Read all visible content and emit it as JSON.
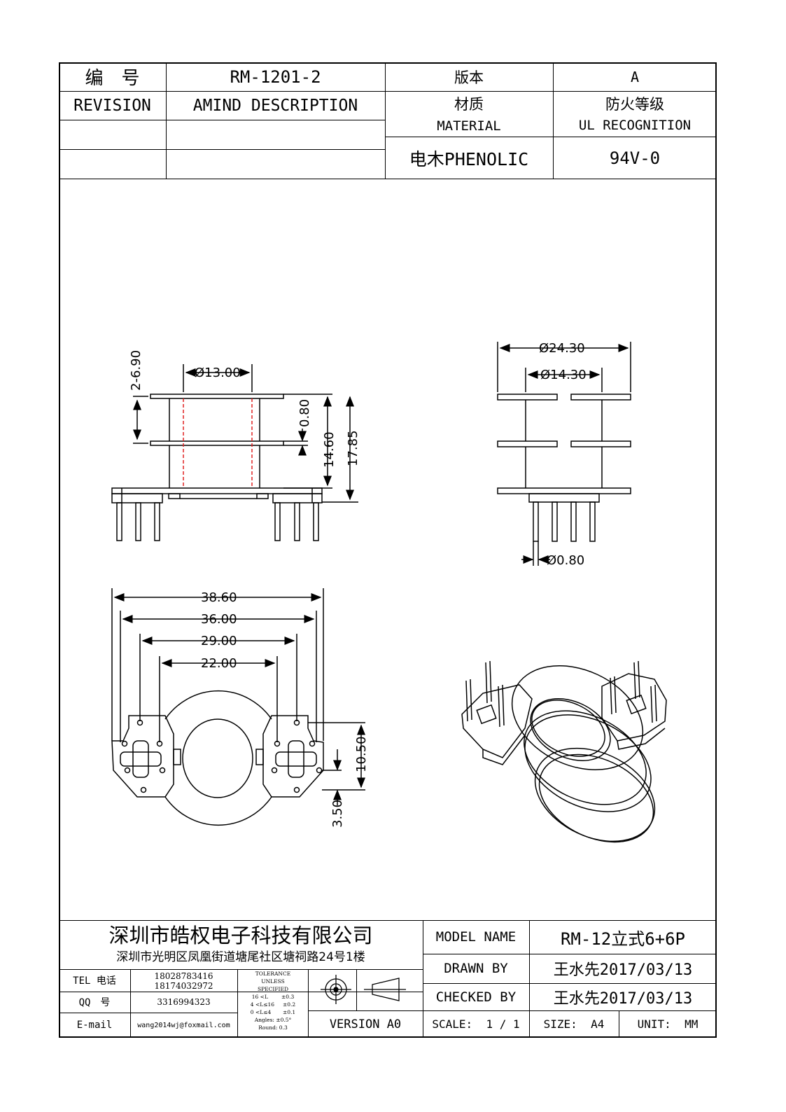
{
  "header": {
    "number_label": "编　号",
    "number_value": "RM-1201-2",
    "version_label": "版本",
    "version_value": "A",
    "revision_label": "REVISION",
    "description_label": "AMIND DESCRIPTION",
    "material_label_cn": "材质",
    "material_label_en": "MATERIAL",
    "ul_label_cn": "防火等级",
    "ul_label_en": "UL RECOGNITION",
    "material_value": "电木PHENOLIC",
    "ul_value": "94V-0"
  },
  "dimensions": {
    "side_view": {
      "pin_spacing": "2-6.90",
      "core_diameter": "Ø13.00",
      "flange_thickness": "0.80",
      "winding_height": "14.60",
      "total_height": "17.85"
    },
    "front_view": {
      "outer_diameter": "Ø24.30",
      "inner_diameter": "Ø14.30",
      "pin_diameter": "Ø0.80"
    },
    "bottom_view": {
      "overall_width": "38.60",
      "pin_row_outer": "36.00",
      "pin_row_inner": "29.00",
      "pin_row_innermost": "22.00",
      "pin_pitch_vertical": "10.50",
      "pin_offset": "3.50"
    }
  },
  "title_block": {
    "company_name": "深圳市皓权电子科技有限公司",
    "company_address": "深圳市光明区凤凰街道塘尾社区塘祠路24号1楼",
    "tel_label": "TEL 电话",
    "tel_values": [
      "18028783416",
      "18174032972"
    ],
    "qq_label": "QQ　号",
    "qq_value": "3316994323",
    "email_label": "E-mail",
    "email_value": "wang2014wj@foxmail.com",
    "tolerance_lines": [
      "TOLERANCE",
      "UNLESS",
      "SPECIFIED",
      "16 <L        ±0.3",
      "4 <L≤16     ±0.2",
      "0 <L≤4       ±0.1",
      "Angles: ±0.5°",
      "Round: 0.3"
    ],
    "version": "VERSION A0",
    "model_name_label": "MODEL NAME",
    "model_name_value": "RM-12立式6+6P",
    "drawn_by_label": "DRAWN BY",
    "drawn_by_value": "王水先2017/03/13",
    "checked_by_label": "CHECKED BY",
    "checked_by_value": "王水先2017/03/13",
    "scale_label": "SCALE:  1 / 1",
    "size_label": "SIZE:  A4",
    "unit_label": "UNIT:  MM"
  }
}
